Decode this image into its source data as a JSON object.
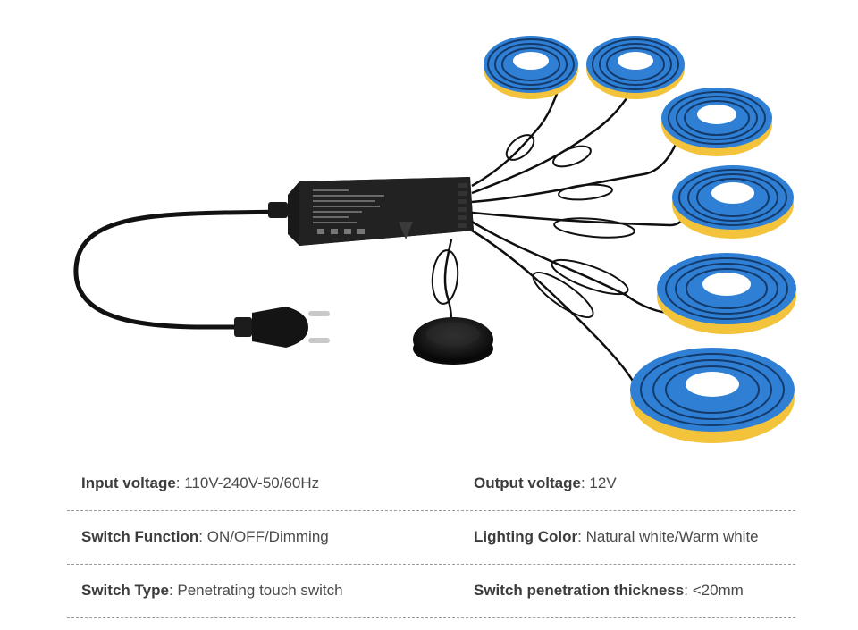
{
  "specs": [
    {
      "left": {
        "label": "Input voltage",
        "value": "110V-240V-50/60Hz"
      },
      "right": {
        "label": "Output voltage",
        "value": "12V"
      }
    },
    {
      "left": {
        "label": "Switch Function",
        "value": "ON/OFF/Dimming"
      },
      "right": {
        "label": "Lighting Color",
        "value": "Natural white/Warm white"
      }
    },
    {
      "left": {
        "label": "Switch Type",
        "value": "Penetrating touch switch"
      },
      "right": {
        "label": "Switch penetration thickness",
        "value": "<20mm"
      }
    }
  ],
  "colors": {
    "strip_blue": "#2f7fd4",
    "strip_yellow": "#f2c33b",
    "cable": "#111111",
    "label_text": "#3c3c3c",
    "value_text": "#4a4a4a",
    "divider": "#9a9a9a"
  }
}
